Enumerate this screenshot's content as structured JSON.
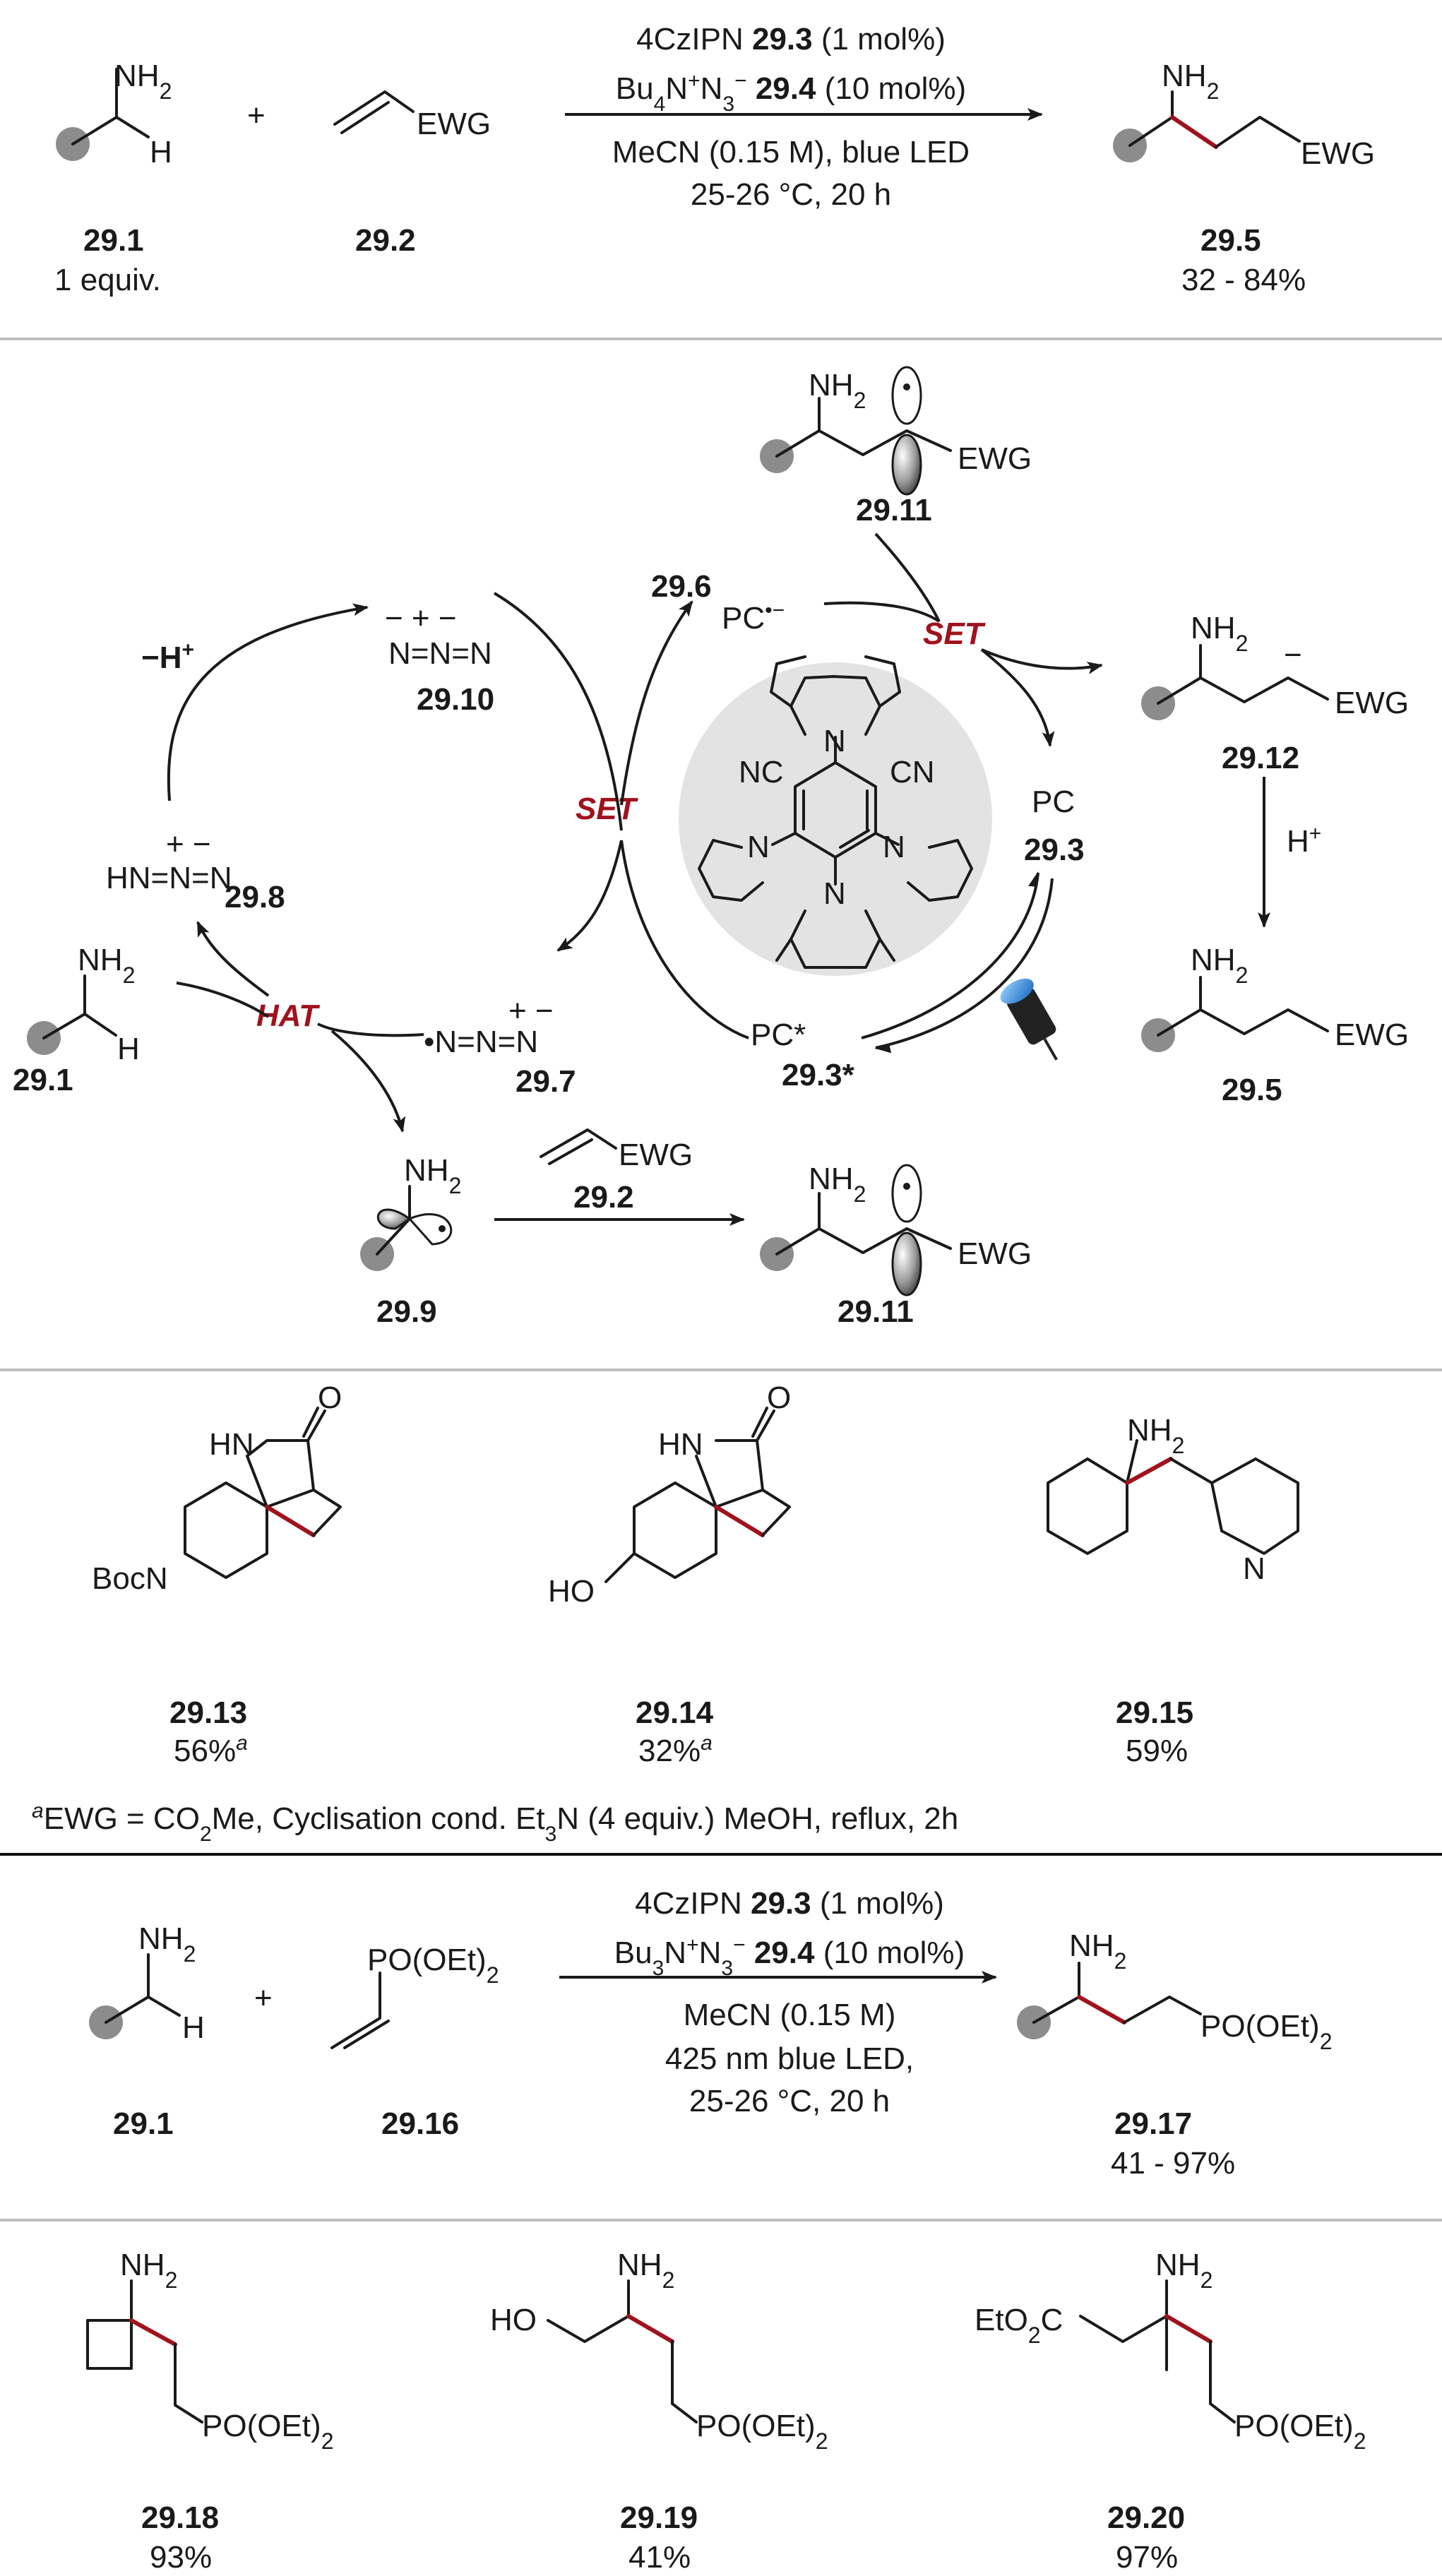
{
  "top_reaction": {
    "cond_catalyst": "4CzIPN 29.3 (1 mol%)",
    "cond_cat_name": "4CzIPN ",
    "cond_cat_id": "29.3",
    "cond_cat_amt": " (1 mol%)",
    "cond_azide_bu": "Bu",
    "cond_azide_4": "4",
    "cond_azide_n": "N",
    "cond_azide_plus": "+",
    "cond_azide_n3": "N",
    "cond_azide_3": "3",
    "cond_azide_minus": "−",
    "cond_azide_id": " 29.4",
    "cond_azide_amt": " (10 mol%)",
    "cond_solvent": "MeCN (0.15 M), blue LED",
    "cond_temp": "25-26 °C, 20 h",
    "plus": "+",
    "sm1_id": "29.1",
    "sm1_note": "1 equiv.",
    "sm2_id": "29.2",
    "prod_id": "29.5",
    "prod_yield": "32 - 84%",
    "nh2": "NH",
    "two": "2",
    "h": "H",
    "ewg": "EWG"
  },
  "mechanism": {
    "set_left": "SET",
    "set_right": "SET",
    "hat": "HAT",
    "minus_h": "−H",
    "plus_sign": "+",
    "h_plus": "H",
    "pc": "PC",
    "pc_id": "29.3",
    "pc_star": "PC*",
    "pc_star_id": "29.3*",
    "pc_rad": "PC",
    "pc_rad_id": "29.6",
    "cn": "NC",
    "cn2": "CN",
    "n": "N",
    "azide10_id": "29.10",
    "azide8_id": "29.8",
    "azide7_id": "29.7",
    "sm_id": "29.1",
    "rad9_id": "29.9",
    "olefin_id": "29.2",
    "rad11_top_id": "29.11",
    "rad11_bot_id": "29.11",
    "anion12_id": "29.12",
    "prod5_id": "29.5"
  },
  "scope1": {
    "items": [
      {
        "id": "29.13",
        "yield": "56%",
        "sup": "a"
      },
      {
        "id": "29.14",
        "yield": "32%",
        "sup": "a"
      },
      {
        "id": "29.15",
        "yield": "59%",
        "sup": ""
      }
    ],
    "boc": "BocN",
    "hn": "HN",
    "o": "O",
    "ho": "HO",
    "n": "N",
    "footnote_sup": "a",
    "footnote_a": "EWG = CO",
    "footnote_2": "2",
    "footnote_b": "Me, Cyclisation cond. Et",
    "footnote_3": "3",
    "footnote_c": "N (4 equiv.) MeOH, reflux, 2h"
  },
  "bottom_reaction": {
    "cond_cat_name": "4CzIPN ",
    "cond_cat_id": "29.3",
    "cond_cat_amt": " (1 mol%)",
    "cond_azide_bu": "Bu",
    "cond_azide_3a": "3",
    "cond_azide_n": "N",
    "cond_azide_plus": "+",
    "cond_azide_n3": "N",
    "cond_azide_3": "3",
    "cond_azide_minus": "−",
    "cond_azide_id": " 29.4",
    "cond_azide_amt": " (10 mol%)",
    "cond_solvent": "MeCN (0.15 M)",
    "cond_light": "425 nm blue LED,",
    "cond_temp": "25-26 °C, 20 h",
    "plus": "+",
    "sm1_id": "29.1",
    "sm2_id": "29.16",
    "prod_id": "29.17",
    "prod_yield": "41 - 97%",
    "po": "PO(OEt)",
    "two": "2"
  },
  "scope2": {
    "items": [
      {
        "id": "29.18",
        "yield": "93%"
      },
      {
        "id": "29.19",
        "yield": "41%"
      },
      {
        "id": "29.20",
        "yield": "97%"
      }
    ],
    "ho": "HO",
    "eto2c_a": "EtO",
    "eto2c_b": "2",
    "eto2c_c": "C"
  }
}
